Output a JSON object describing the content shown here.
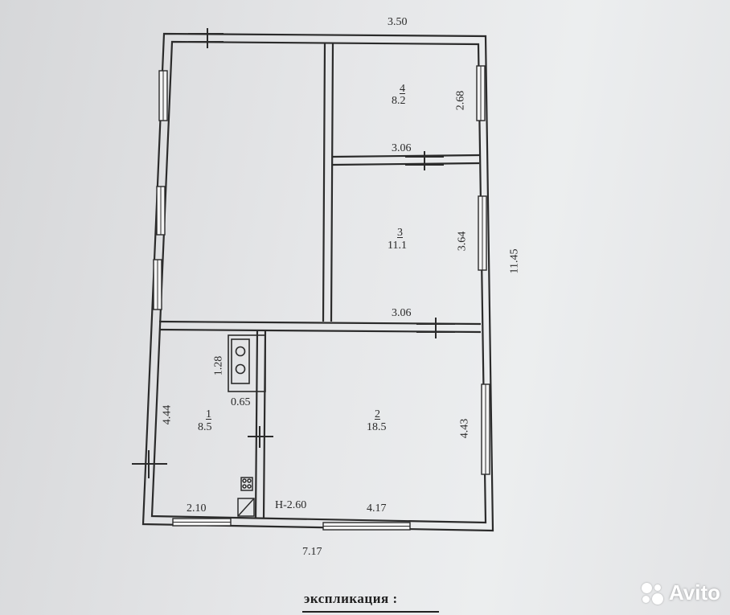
{
  "plan": {
    "dimensions": {
      "top_width": "3.50",
      "right_height": "11.45",
      "bottom_width": "7.17",
      "room4_height": "2.68",
      "room4_bottom": "3.06",
      "room3_height": "3.64",
      "room3_bottom": "3.06",
      "room1_height": "4.44",
      "room1_bottom": "2.10",
      "room2_height": "4.43",
      "room2_bottom": "4.17",
      "stove_height": "1.28",
      "stove_width": "0.65",
      "ceiling_height": "H-2.60"
    },
    "rooms": [
      {
        "number": "4",
        "area": "8.2"
      },
      {
        "number": "3",
        "area": "11.1"
      },
      {
        "number": "2",
        "area": "18.5"
      },
      {
        "number": "1",
        "area": "8.5"
      }
    ]
  },
  "caption": "экспликация :",
  "watermark": "Avito"
}
